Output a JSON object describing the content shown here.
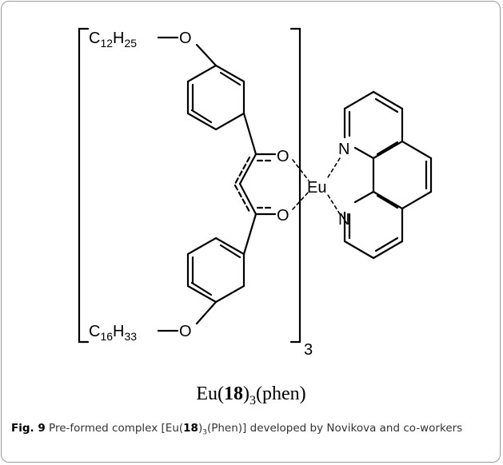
{
  "structure": {
    "chain_top": "C12H25",
    "chain_top_c": "C",
    "chain_top_n1": "12",
    "chain_top_h": "H",
    "chain_top_n2": "25",
    "chain_bottom": "C16H33",
    "chain_bottom_c": "C",
    "chain_bottom_n1": "16",
    "chain_bottom_h": "H",
    "chain_bottom_n2": "33",
    "oxygen": "O",
    "nitrogen": "N",
    "metal": "Eu",
    "bracket_subscript": "3",
    "name_prefix": "Eu(",
    "name_ligand": "18",
    "name_close": ")",
    "name_sub": "3",
    "name_suffix": "(phen)"
  },
  "caption": {
    "label": "Fig. 9",
    "text_before": "Pre-formed complex [Eu(",
    "ligand": "18",
    "text_sub": "3",
    "text_after": "(Phen)] developed by Novikova and co-workers"
  }
}
